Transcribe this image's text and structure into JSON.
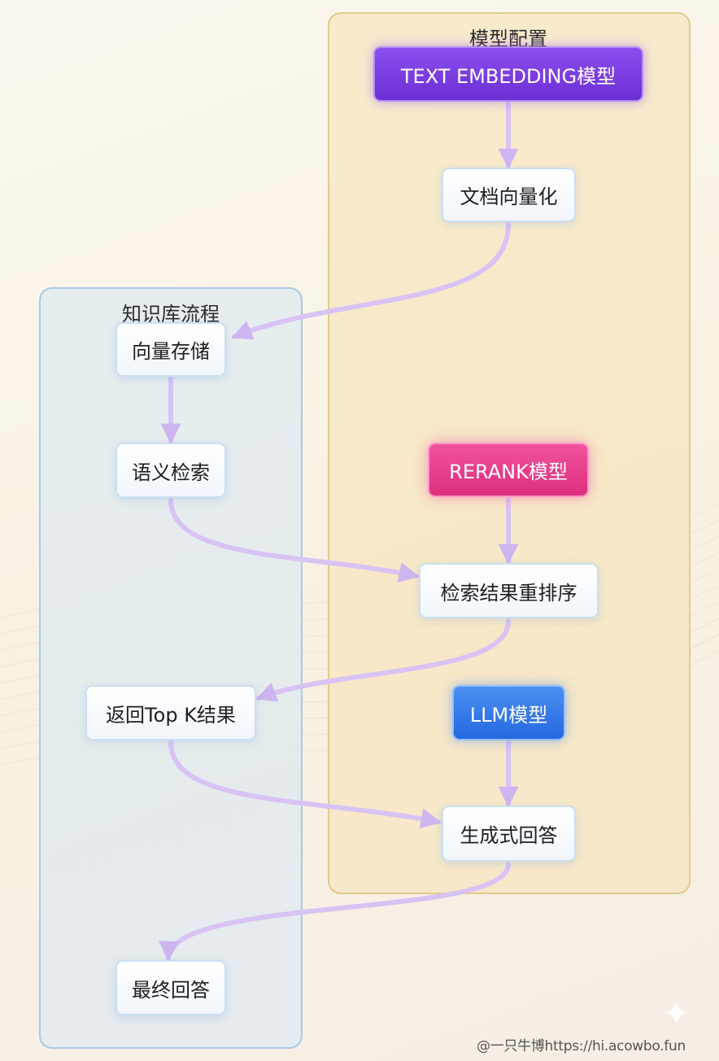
{
  "groups": {
    "model_config": "模型配置",
    "kb_flow": "知识库流程"
  },
  "nodes": {
    "text_embedding": "TEXT EMBEDDING模型",
    "doc_vectorize": "文档向量化",
    "vector_store": "向量存储",
    "semantic_search": "语义检索",
    "rerank_model": "RERANK模型",
    "rerank_results": "检索结果重排序",
    "return_topk": "返回Top K结果",
    "llm_model": "LLM模型",
    "generative_answer": "生成式回答",
    "final_answer": "最终回答"
  },
  "watermark": "@一只牛博https://hi.acowbo.fun",
  "colors": {
    "model_group_fill": "#f5e2b2",
    "kb_group_fill": "#dae8f4",
    "embedding_node": "#7a3de0",
    "rerank_node": "#e63e8b",
    "llm_node": "#3478e8",
    "arrow": "#d6bff3"
  }
}
